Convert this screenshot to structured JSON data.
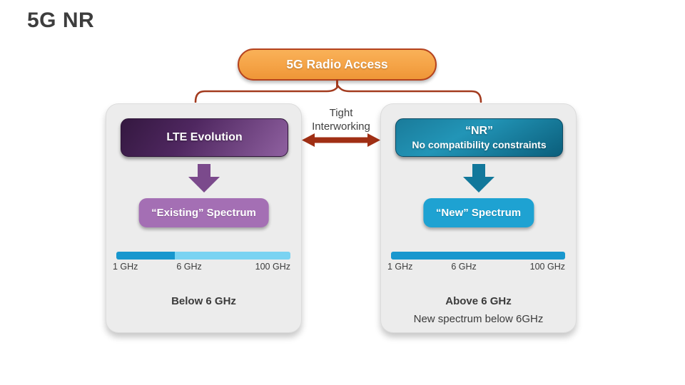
{
  "slide": {
    "title": "5G NR"
  },
  "root_node": {
    "label": "5G Radio Access",
    "fill": "#F5A346",
    "border_color": "#B5431F"
  },
  "connector": {
    "label_line1": "Tight",
    "label_line2": "Interworking",
    "brace_color": "#A33B1F",
    "arrow_color": "#A02F14"
  },
  "panels": [
    {
      "id": "lte-evolution",
      "header": {
        "title": "LTE Evolution",
        "subtitle": "",
        "color_start": "#341840",
        "color_end": "#8A5C9B"
      },
      "arrow_color": "#7B4A8C",
      "spectrum_node": "“Existing” Spectrum",
      "spectrum_node_color": "#A46FB4",
      "bar": {
        "ticks": [
          "1 GHz",
          "6 GHz",
          "100 GHz"
        ],
        "segments": [
          {
            "range": "1-6 GHz",
            "color": "#1897CE",
            "style": "width:33.5%;background:#1897CE"
          },
          {
            "range": "6-100 GHz",
            "color": "#7AD3F2",
            "style": "width:66.5%;background:#7AD3F2"
          }
        ]
      },
      "footer": {
        "bold": "Below 6 GHz",
        "note": ""
      }
    },
    {
      "id": "nr",
      "header": {
        "title": "“NR”",
        "subtitle": "No compatibility constraints",
        "color_start": "#1A7B9A",
        "color_end": "#0B5E7B"
      },
      "arrow_color": "#12789B",
      "spectrum_node": "“New” Spectrum",
      "spectrum_node_color": "#1EA2D2",
      "bar": {
        "ticks": [
          "1 GHz",
          "6 GHz",
          "100 GHz"
        ],
        "segments": [
          {
            "range": "1-100 GHz",
            "color": "#1897CE",
            "style": "width:100%;background:#1897CE"
          }
        ]
      },
      "footer": {
        "bold": "Above 6 GHz",
        "note": "New spectrum below 6GHz"
      }
    }
  ]
}
